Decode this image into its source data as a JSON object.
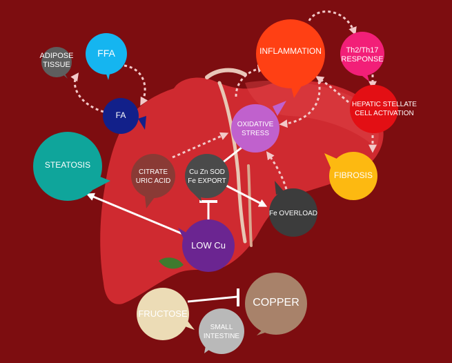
{
  "nodes": {
    "adipose": {
      "label": "ADIPOSE\nTISSUE",
      "color": "#5e5e5e"
    },
    "ffa": {
      "label": "FFA",
      "color": "#15b5f0"
    },
    "fa": {
      "label": "FA",
      "color": "#12208a"
    },
    "inflammation": {
      "label": "INFLAMMATION",
      "color": "#ff4014"
    },
    "th2": {
      "label": "Th2/Th17\nRESPONSE",
      "color": "#f21f78"
    },
    "stellate": {
      "label": "HEPATIC STELLATE\nCELL ACTIVATION",
      "color": "#e30f14"
    },
    "oxidative": {
      "label": "OXIDATIVE\nSTRESS",
      "color": "#c061cd"
    },
    "steatosis": {
      "label": "STEATOSIS",
      "color": "#0fa59b"
    },
    "citrate": {
      "label": "CITRATE\nURIC ACID",
      "color": "#8a3a35"
    },
    "sod": {
      "label": "Cu Zn SOD\nFe EXPORT",
      "color": "#4a4a4a"
    },
    "fibrosis": {
      "label": "FIBROSIS",
      "color": "#fdb911"
    },
    "overload": {
      "label": "Fe OVERLOAD",
      "color": "#3c3c3c"
    },
    "lowcu": {
      "label": "LOW Cu",
      "color": "#6b2591"
    },
    "fructose": {
      "label": "FRUCTOSE",
      "color": "#ecdcb6"
    },
    "copper": {
      "label": "COPPER",
      "color": "#a8826a"
    },
    "intestine": {
      "label": "SMALL\nINTESTINE",
      "color": "#b9b9b9"
    }
  },
  "colors": {
    "background": "#7d0d10",
    "liver": "#cf2a30",
    "arrow": "#ffffff",
    "dotted": "#f2c9c9"
  }
}
